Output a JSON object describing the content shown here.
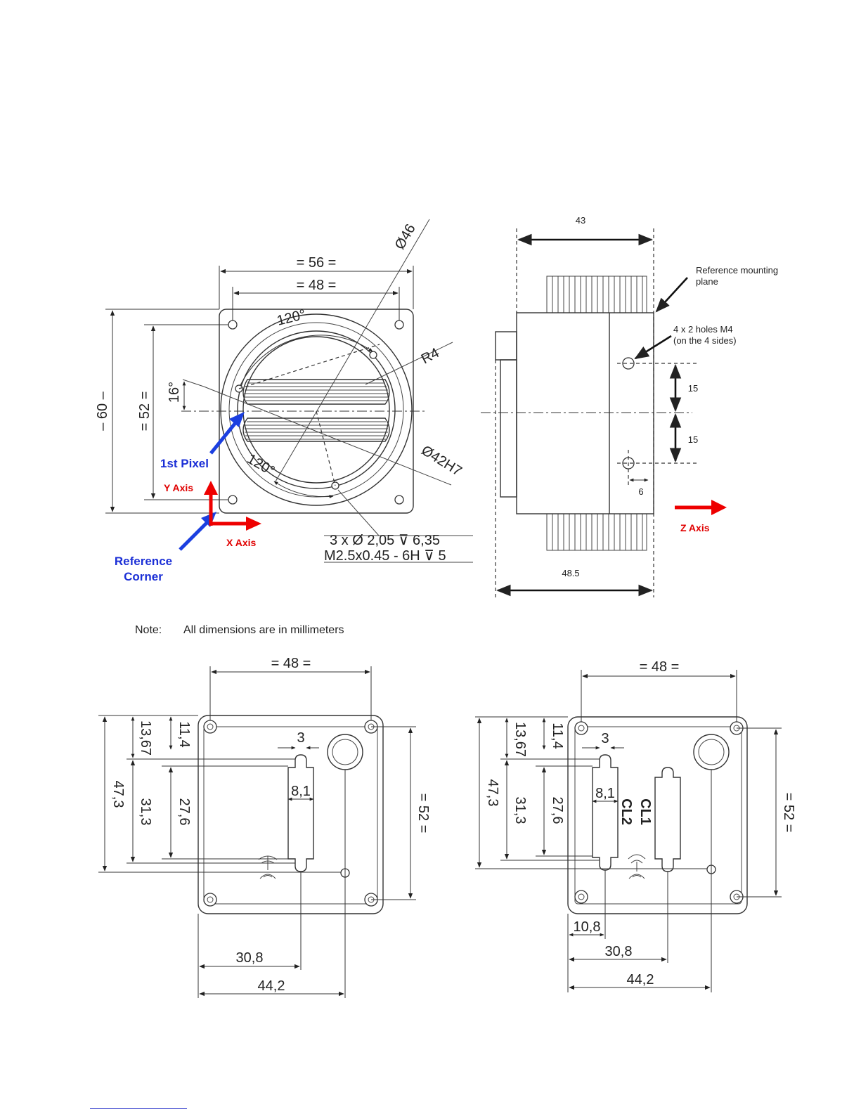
{
  "front_view": {
    "dim_56": "= 56 =",
    "dim_48": "= 48 =",
    "dim_60": "– 60 –",
    "dim_52": "= 52 =",
    "angle_120_top": "120°",
    "angle_120_bottom": "120°",
    "angle_16": "16°",
    "dia_46": "Ø46",
    "radius": "R4",
    "dia_42": "Ø42H7",
    "first_pixel": "1st Pixel",
    "reference_corner_1": "Reference",
    "reference_corner_2": "Corner",
    "y_axis": "Y Axis",
    "x_axis": "X Axis",
    "hole_spec_1": "3 x Ø 2,05 ⊽ 6,35",
    "hole_spec_2": "M2.5x0.45  - 6H ⊽ 5"
  },
  "side_view": {
    "dim_43": "43",
    "dim_48_5": "48.5",
    "dim_15_top": "15",
    "dim_15_bottom": "15",
    "dim_6": "6",
    "reference_plane_1": "Reference mounting",
    "reference_plane_2": "plane",
    "holes_1": "4 x 2 holes M4",
    "holes_2": "(on the 4 sides)",
    "z_axis": "Z Axis"
  },
  "note": {
    "label": "Note:",
    "text": "All dimensions are in millimeters"
  },
  "back_view_left": {
    "dim_48": "= 48 =",
    "dim_52": "= 52 =",
    "dim_13_67": "13,67",
    "dim_11_4": "11,4",
    "dim_47_3": "47,3",
    "dim_31_3": "31,3",
    "dim_27_6": "27,6",
    "dim_3": "3",
    "dim_8_1": "8,1",
    "dim_30_8": "30,8",
    "dim_44_2": "44,2"
  },
  "back_view_right": {
    "dim_48": "= 48 =",
    "dim_52": "= 52 =",
    "dim_13_67": "13,67",
    "dim_11_4": "11,4",
    "dim_47_3": "47,3",
    "dim_31_3": "31,3",
    "dim_27_6": "27,6",
    "dim_3": "3",
    "dim_8_1": "8,1",
    "dim_10_8": "10,8",
    "dim_30_8": "30,8",
    "dim_44_2": "44,2",
    "connector_cl1": "CL1",
    "connector_cl2": "CL2"
  },
  "colors": {
    "axis_arrow": "#ee0000",
    "pointer_arrow": "#1b3fe0",
    "label_blue": "#1b2fd6",
    "label_red": "#e00000"
  }
}
